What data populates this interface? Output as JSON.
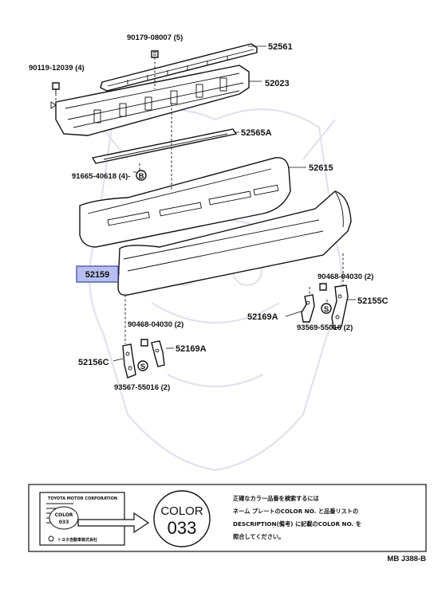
{
  "parts": {
    "p52561": "52561",
    "p52023": "52023",
    "p52565A": "52565A",
    "p52615": "52615",
    "p52159": "52159",
    "p52155C": "52155C",
    "p52156C": "52156C",
    "p52169A_right": "52169A",
    "p52169A_left": "52169A",
    "b90179": "90179-08007 (5)",
    "b90119": "90119-12039 (4)",
    "b91665": "91665-40618 (4)-",
    "b90468_right": "90468-04030 (2)",
    "b90468_left": "90468-04030 (2)",
    "b93569": "93569-55016 (2)",
    "b93567": "93567-55016 (2)",
    "marker_B": "B",
    "marker_S_right": "S",
    "marker_S_left": "S"
  },
  "color_box": {
    "plate_company": "TOYOTA MOTOR CORPORATION",
    "plate_color": "COLOR",
    "plate_code": "033",
    "plate_footer": "トヨタ自動車株式会社",
    "circle_color": "COLOR",
    "circle_code": "033",
    "note_line1": "正確なカラー品番を検索するには",
    "note_line2": "ネーム プレートのCOLOR NO. と品番リストの",
    "note_line3": "DESCRIPTION(備考) に記載のCOLOR NO. を",
    "note_line4": "照合してください。"
  },
  "ref_code": "MB J388-B",
  "colors": {
    "highlight": "#b7bff0",
    "watermark": "#c9cbe0"
  }
}
